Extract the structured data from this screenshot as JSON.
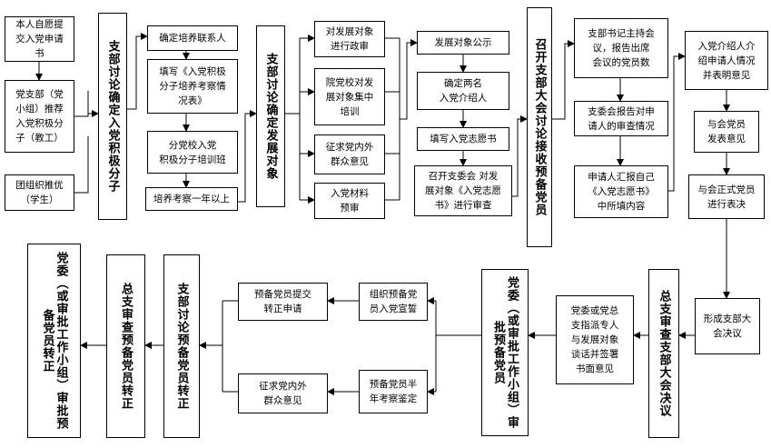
{
  "diagram": {
    "left_top": {
      "self_apply": "本人自愿提\n交入党申请\n书",
      "branch_recommend": "党支部（党\n小组）推荐\n入党积极分\n子（教工）",
      "league_recommend": "团组织推优\n（学生）"
    },
    "col_activist": {
      "title": "支部讨论确定入党积极分子",
      "contact": "确定培养联系人",
      "fill_book": "填写《入党积极\n分子培养考察情\n况表》",
      "training": "分党校入党\n积极分子培训班",
      "period": "培养考察一年以上"
    },
    "col_develop": {
      "title": "支部讨论确定发展对象",
      "political_review": "对发展对象\n进行政审",
      "school_training": "院党校对发\n展对象集中\n培训",
      "opinions": "征求党内外\n群众意见",
      "materials": "入党材料\n预审"
    },
    "col_publicity": {
      "publicity": "发展对象公示",
      "introducers": "确定两名\n入党介绍人",
      "fill_will": "填写入党志愿书",
      "review_will": "召开支委会 对发\n展对象《入党志愿\n书》进行审查"
    },
    "col_meeting": {
      "title": "召开支部大会讨论接收预备党员",
      "host": "支部书记主持会\n议，报告出席\n会议的党员数",
      "committee_report": "支委会报告对申\n请人的审查情况",
      "applicant_report": "申请人汇报自己\n《入党志愿书》\n中所填内容"
    },
    "col_right": {
      "introducer_explain": "入党介绍人介\n绍申请人情况\n并表明意见",
      "members_opinion": "与会党员\n发表意见",
      "vote": "与会正式党员\n进行表决",
      "resolution": "形成支部大\n会决议"
    },
    "bottom": {
      "general_review_meeting": "总支审查支部大会决议",
      "talk": "党委或党总\n支指派专人\n与发展对象\n谈话并签署\n书面意见",
      "committee_approve_probation": "党委（或审批工作小组）审批预备党员",
      "oath": "组织预备党\n员入党宣誓",
      "half_year": "预备党员半\n年考察鉴定",
      "apply_full": "预备党员提交\n转正申请",
      "opinions2": "征求党内外\n群众意见",
      "branch_discuss_full": "支部讨论预备党员转正",
      "general_review_full": "总支审查预备党员转正",
      "committee_approve_full": "党委（或审批工作小组）审批预备党员转正"
    }
  }
}
